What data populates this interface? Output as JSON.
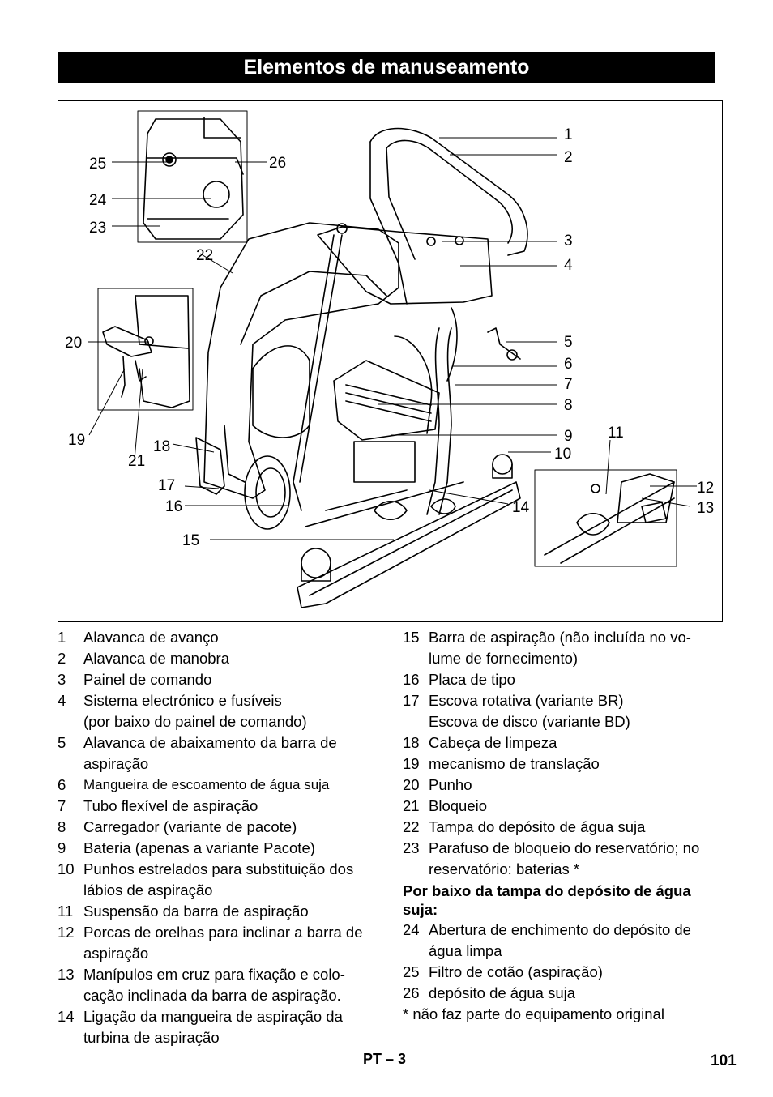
{
  "page": {
    "title": "Elementos de manuseamento",
    "footer_lang": "PT",
    "footer_section": "– 3",
    "page_number": "101"
  },
  "figure": {
    "callouts": [
      "1",
      "2",
      "3",
      "4",
      "5",
      "6",
      "7",
      "8",
      "9",
      "10",
      "11",
      "12",
      "13",
      "14",
      "15",
      "16",
      "17",
      "18",
      "19",
      "20",
      "21",
      "22",
      "23",
      "24",
      "25",
      "26"
    ]
  },
  "legend_left": [
    {
      "num": "1",
      "text": "Alavanca de avanço"
    },
    {
      "num": "2",
      "text": "Alavanca de manobra"
    },
    {
      "num": "3",
      "text": "Painel de comando"
    },
    {
      "num": "4",
      "text": "Sistema electrónico e fusíveis"
    },
    {
      "num": "",
      "text": "(por baixo do painel de comando)"
    },
    {
      "num": "5",
      "text": "Alavanca de abaixamento da barra de aspiração"
    },
    {
      "num": "6",
      "text": "Mangueira de escoamento de água suja"
    },
    {
      "num": "7",
      "text": "Tubo flexível de aspiração"
    },
    {
      "num": "8",
      "text": "Carregador (variante de pacote)"
    },
    {
      "num": "9",
      "text": "Bateria (apenas a variante Pacote)"
    },
    {
      "num": "10",
      "text": "Punhos estrelados para substituição dos lábios de aspiração"
    },
    {
      "num": "11",
      "text": "Suspensão da barra de aspiração"
    },
    {
      "num": "12",
      "text": "Porcas de orelhas para inclinar a barra de aspiração"
    },
    {
      "num": "13",
      "text": "Manípulos em cruz para fixação e colo-cação inclinada da barra de aspiração."
    },
    {
      "num": "14",
      "text": "Ligação da mangueira de aspiração da turbina de aspiração"
    }
  ],
  "legend_right": [
    {
      "num": "15",
      "text": "Barra de aspiração (não incluída no vo-lume de fornecimento)"
    },
    {
      "num": "16",
      "text": "Placa de tipo"
    },
    {
      "num": "17",
      "text": "Escova rotativa (variante BR)"
    },
    {
      "num": "",
      "text": "Escova de disco (variante BD)"
    },
    {
      "num": "18",
      "text": "Cabeça de limpeza"
    },
    {
      "num": "19",
      "text": "mecanismo de translação"
    },
    {
      "num": "20",
      "text": "Punho"
    },
    {
      "num": "21",
      "text": "Bloqueio"
    },
    {
      "num": "22",
      "text": "Tampa do depósito de água suja"
    },
    {
      "num": "23",
      "text": "Parafuso de bloqueio do reservatório; no reservatório: baterias *"
    }
  ],
  "legend_right_heading": "Por baixo da tampa do depósito de água suja:",
  "legend_right_2": [
    {
      "num": "24",
      "text": "Abertura de enchimento do depósito de água limpa"
    },
    {
      "num": "25",
      "text": "Filtro de cotão (aspiração)"
    },
    {
      "num": "26",
      "text": "depósito de água suja"
    }
  ],
  "legend_note": "* não faz parte do equipamento original"
}
